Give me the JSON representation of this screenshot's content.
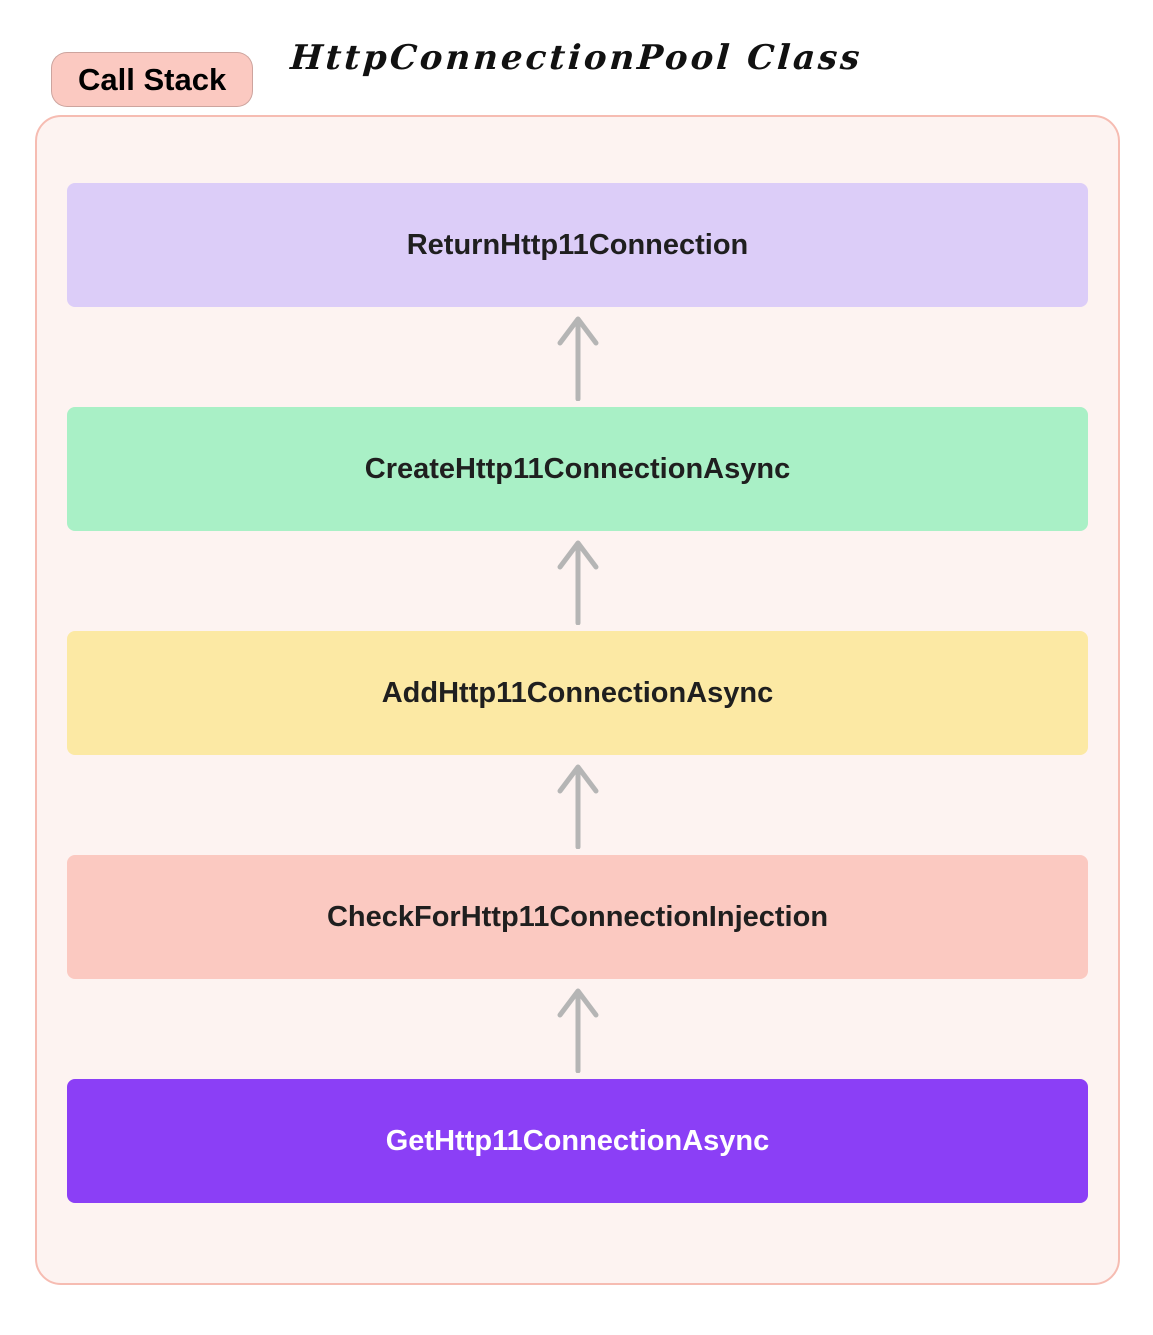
{
  "header": {
    "badge_label": "Call Stack",
    "title": "HttpConnectionPool Class"
  },
  "colors": {
    "panel_bg": "#FDF3F1",
    "panel_border": "#F6BCB2",
    "badge_bg": "#FBC9C1",
    "arrow": "#B5B5B5"
  },
  "stack": {
    "items": [
      {
        "label": "ReturnHttp11Connection",
        "bg": "#DCCDF8",
        "text": "#1F1F1F"
      },
      {
        "label": "CreateHttp11ConnectionAsync",
        "bg": "#A9F0C6",
        "text": "#1F1F1F"
      },
      {
        "label": "AddHttp11ConnectionAsync",
        "bg": "#FCE9A4",
        "text": "#1F1F1F"
      },
      {
        "label": "CheckForHttp11ConnectionInjection",
        "bg": "#FBC9C1",
        "text": "#1F1F1F"
      },
      {
        "label": "GetHttp11ConnectionAsync",
        "bg": "#8B3FF6",
        "text": "#FFFFFF"
      }
    ]
  }
}
